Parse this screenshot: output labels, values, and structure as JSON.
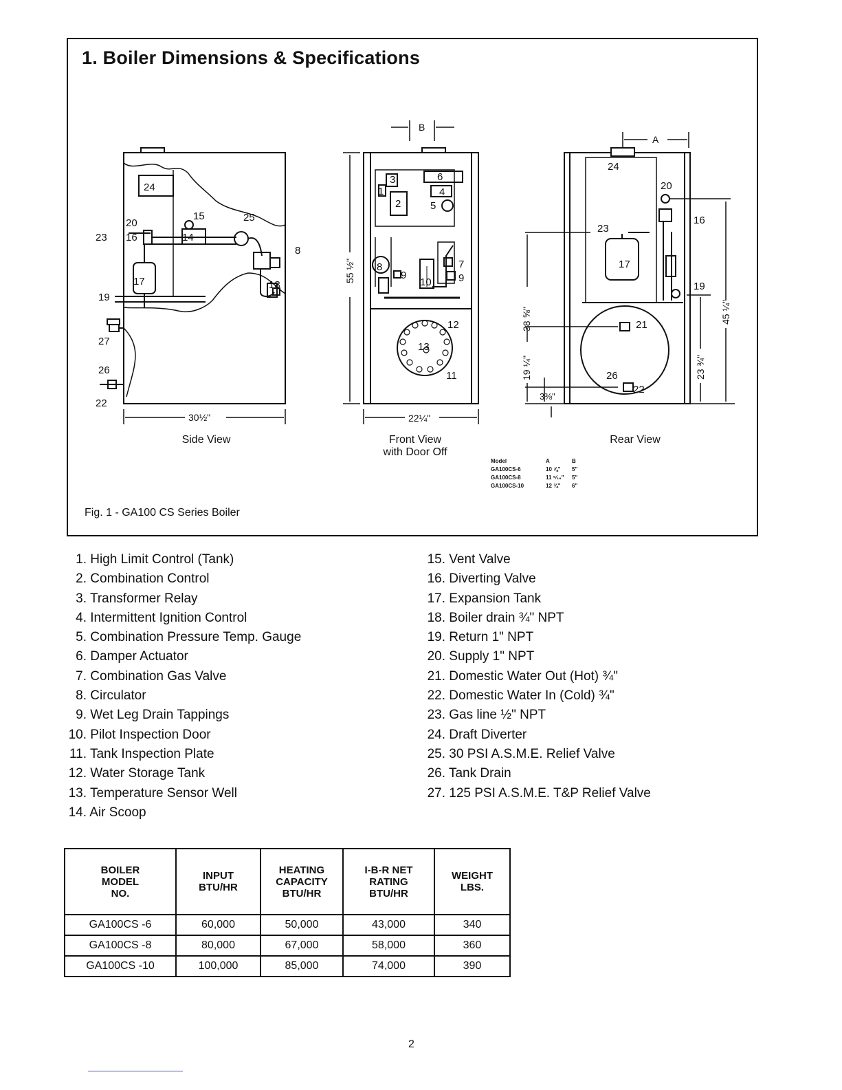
{
  "section_title": "1.  Boiler Dimensions & Specifications",
  "figure": {
    "caption": "Fig. 1 - GA100 CS Series Boiler",
    "views": {
      "side": {
        "label": "Side View",
        "width_dim": "30½\"",
        "callouts": [
          "24",
          "20",
          "15",
          "25",
          "23",
          "16",
          "14",
          "8",
          "17",
          "18",
          "19",
          "27",
          "26",
          "22"
        ]
      },
      "front": {
        "label_line1": "Front View",
        "label_line2": "with Door Off",
        "width_dim": "22¼\"",
        "height_dim": "55 ½\"",
        "top_dim": "B",
        "callouts": [
          "1",
          "2",
          "3",
          "4",
          "5",
          "6",
          "7",
          "8",
          "9",
          "9",
          "10",
          "11",
          "12",
          "13"
        ]
      },
      "rear": {
        "label": "Rear View",
        "top_dim": "A",
        "height_dim_1": "38 ⅝\"",
        "height_dim_2": "19 ¼\"",
        "height_dim_3": "3⅜\"",
        "height_dim_4": "23 ¾\"",
        "height_dim_5": "45 ¼\"",
        "callouts": [
          "24",
          "20",
          "16",
          "23",
          "17",
          "19",
          "21",
          "26",
          "22"
        ]
      }
    },
    "dimension_table": {
      "headers": [
        "Model",
        "A",
        "B"
      ],
      "rows": [
        [
          "GA100CS-6",
          "10 ⅞\"",
          "5\""
        ],
        [
          "GA100CS-8",
          "11 ⁹⁄₁₆\"",
          "5\""
        ],
        [
          "GA100CS-10",
          "12 ¾\"",
          "6\""
        ]
      ]
    }
  },
  "parts_left": [
    {
      "num": "1.",
      "label": "High Limit Control (Tank)"
    },
    {
      "num": "2.",
      "label": "Combination Control"
    },
    {
      "num": "3.",
      "label": "Transformer Relay"
    },
    {
      "num": "4.",
      "label": "Intermittent Ignition Control"
    },
    {
      "num": "5.",
      "label": "Combination Pressure Temp. Gauge"
    },
    {
      "num": "6.",
      "label": "Damper Actuator"
    },
    {
      "num": "7.",
      "label": "Combination Gas Valve"
    },
    {
      "num": "8.",
      "label": "Circulator"
    },
    {
      "num": "9.",
      "label": "Wet Leg Drain Tappings"
    },
    {
      "num": "10.",
      "label": "Pilot Inspection Door"
    },
    {
      "num": "11.",
      "label": "Tank Inspection Plate"
    },
    {
      "num": "12.",
      "label": "Water Storage Tank"
    },
    {
      "num": "13.",
      "label": "Temperature Sensor Well"
    },
    {
      "num": "14.",
      "label": "Air Scoop"
    }
  ],
  "parts_right": [
    {
      "num": "15.",
      "label": "Vent Valve"
    },
    {
      "num": "16.",
      "label": "Diverting Valve"
    },
    {
      "num": "17.",
      "label": "Expansion Tank"
    },
    {
      "num": "18.",
      "label": "Boiler drain ¾\" NPT"
    },
    {
      "num": "19.",
      "label": "Return 1\" NPT"
    },
    {
      "num": "20.",
      "label": "Supply 1\" NPT"
    },
    {
      "num": "21.",
      "label": "Domestic Water Out (Hot) ¾\""
    },
    {
      "num": "22.",
      "label": "Domestic Water In (Cold) ¾\""
    },
    {
      "num": "23.",
      "label": "Gas line ½\" NPT"
    },
    {
      "num": "24.",
      "label": "Draft Diverter"
    },
    {
      "num": "25.",
      "label": "30 PSI A.S.M.E. Relief Valve"
    },
    {
      "num": "26.",
      "label": "Tank Drain"
    },
    {
      "num": "27.",
      "label": "125 PSI A.S.M.E. T&P Relief Valve"
    }
  ],
  "spec_table": {
    "headers": [
      [
        "BOILER",
        "MODEL",
        "NO."
      ],
      [
        "INPUT",
        "BTU/HR"
      ],
      [
        "HEATING",
        "CAPACITY",
        "BTU/HR"
      ],
      [
        "I-B-R NET",
        "RATING",
        "BTU/HR"
      ],
      [
        "WEIGHT",
        "LBS."
      ]
    ],
    "rows": [
      [
        "GA100CS -6",
        "60,000",
        "50,000",
        "43,000",
        "340"
      ],
      [
        "GA100CS -8",
        "80,000",
        "67,000",
        "58,000",
        "360"
      ],
      [
        "GA100CS -10",
        "100,000",
        "85,000",
        "74,000",
        "390"
      ]
    ]
  },
  "page_number": "2"
}
